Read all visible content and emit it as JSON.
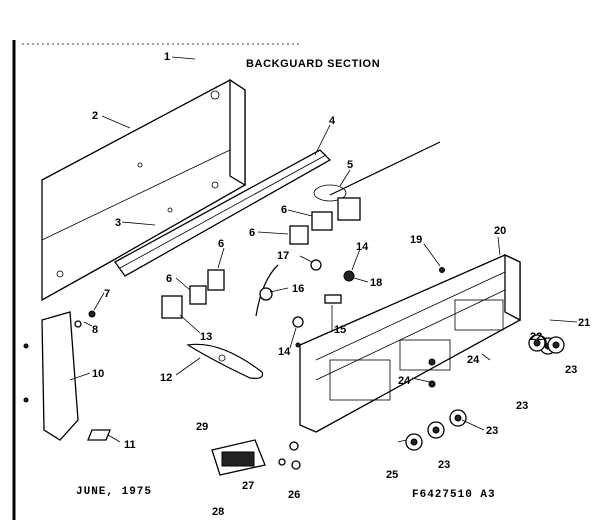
{
  "title": "BACKGUARD SECTION",
  "date": "JUNE, 1975",
  "drawing_id": "F6427510   A3",
  "callouts": [
    "1",
    "2",
    "3",
    "4",
    "5",
    "6",
    "6",
    "6",
    "6",
    "7",
    "8",
    "10",
    "11",
    "12",
    "13",
    "14",
    "14",
    "15",
    "16",
    "17",
    "18",
    "19",
    "20",
    "21",
    "22",
    "23",
    "23",
    "23",
    "23",
    "24",
    "24",
    "25",
    "26",
    "27",
    "28",
    "29"
  ]
}
